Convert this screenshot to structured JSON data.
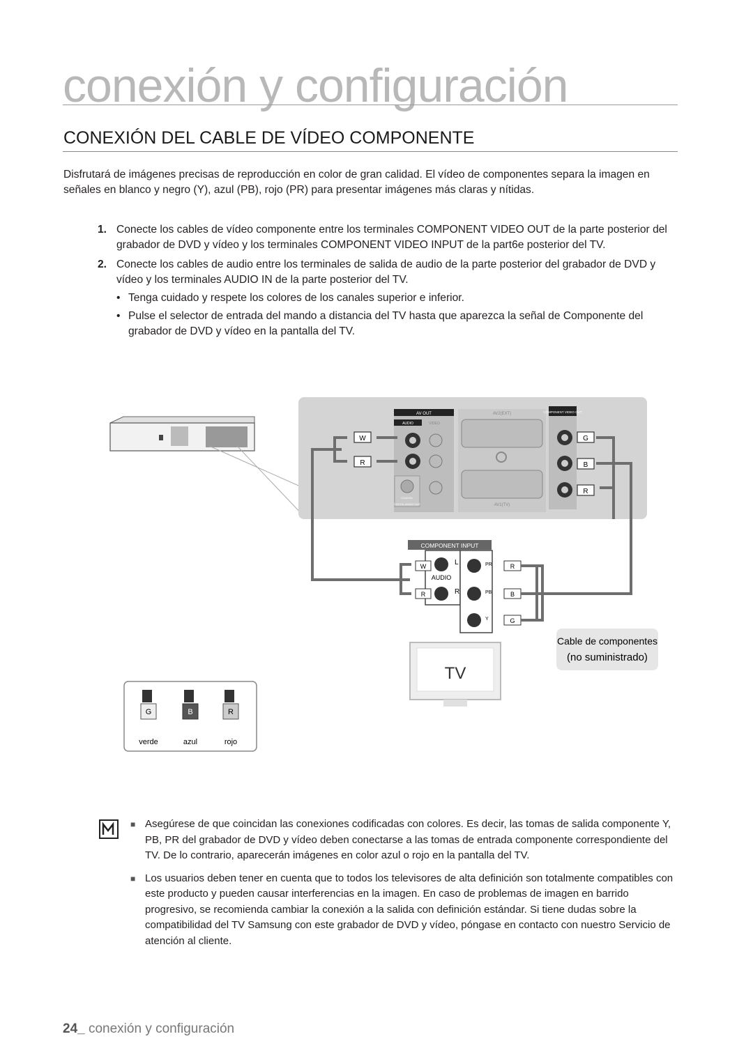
{
  "header": {
    "chapter_title": "conexión y configuración"
  },
  "section": {
    "title": "CONEXIÓN DEL CABLE DE VÍDEO COMPONENTE"
  },
  "intro": "Disfrutará de imágenes precisas de reproducción en color de gran calidad. El vídeo de componentes separa la imagen en señales en blanco y negro (Y), azul (PB), rojo (PR) para presentar imágenes más claras y nítidas.",
  "steps": [
    {
      "num": "1.",
      "text": "Conecte los cables de vídeo componente entre los terminales COMPONENT VIDEO OUT de la parte posterior del grabador de DVD y vídeo y los terminales COMPONENT VIDEO INPUT de la part6e posterior del TV."
    },
    {
      "num": "2.",
      "text": "Conecte los cables de audio entre los terminales de salida de audio de la parte posterior del grabador de DVD y vídeo y los terminales AUDIO IN de la parte posterior del TV."
    }
  ],
  "bullets": [
    "Tenga cuidado y respete los colores de los canales superior e inferior.",
    "Pulse el selector de entrada del mando a distancia del TV hasta que aparezca la señal de Componente del grabador de DVD y vídeo en la pantalla del TV."
  ],
  "diagram": {
    "panel_labels": {
      "av_out": "AV OUT",
      "audio": "AUDIO",
      "video": "VIDEO",
      "av2": "AV2(EXT)",
      "component_video_out": "COMPONENT VIDEO OUT",
      "av1": "AV1(TV)",
      "coaxial": "COAXIAL",
      "digital_audio_out": "DIGITAL AUDIO OUT"
    },
    "plugs": {
      "w": "W",
      "r": "R",
      "g": "G",
      "b": "B"
    },
    "component_input": "COMPONENT INPUT",
    "tv_audio": "AUDIO",
    "tv_l": "L",
    "tv_r": "R",
    "tv_pr": "PR",
    "tv_pb": "PB",
    "tv_y": "Y",
    "tv_label": "TV",
    "cable_label_1": "Cable de componentes",
    "cable_label_2": "(no suministrado)",
    "legend": [
      {
        "plug": "G",
        "label": "verde"
      },
      {
        "plug": "B",
        "label": "azul"
      },
      {
        "plug": "R",
        "label": "rojo"
      }
    ],
    "colors": {
      "panel": "#d4d4d4",
      "cable": "#6e6e6e",
      "dark": "#3a3a3a"
    }
  },
  "notes": [
    "Asegúrese de que coincidan las conexiones codificadas con colores. Es decir, las tomas de salida componente Y, PB, PR del grabador de DVD y vídeo deben conectarse a las tomas de entrada componente correspondiente del TV. De lo contrario, aparecerán imágenes en color azul o rojo en la pantalla del TV.",
    "Los usuarios deben tener en cuenta que to todos los televisores de alta definición son totalmente compatibles con este producto y pueden causar interferencias en la imagen. En caso de problemas de imagen en barrido progresivo, se recomienda cambiar la conexión a la salida con definición estándar. Si tiene dudas sobre la compatibilidad del TV Samsung con este grabador de DVD y vídeo, póngase en contacto con nuestro Servicio de atención al cliente."
  ],
  "footer": {
    "page": "24_",
    "text": "conexión y configuración"
  }
}
